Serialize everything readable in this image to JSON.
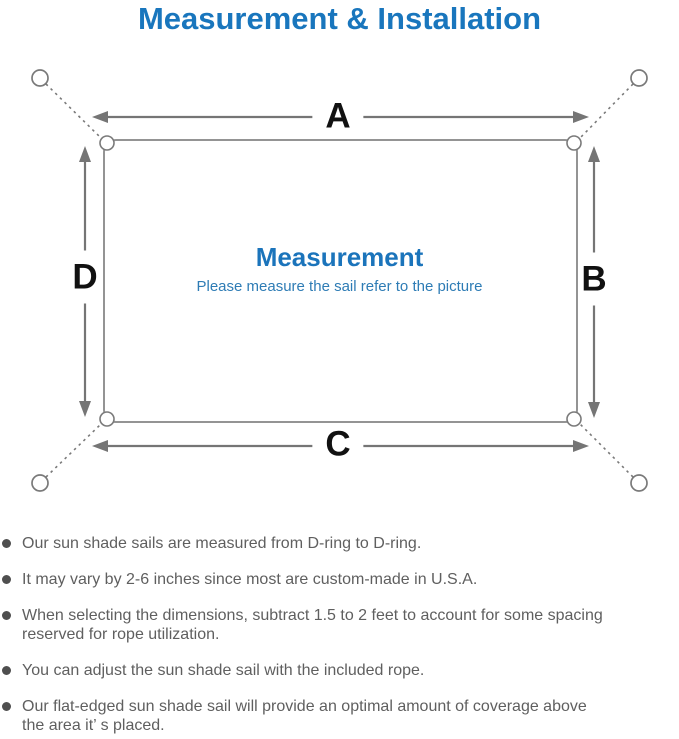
{
  "title": "Measurement & Installation",
  "diagram": {
    "labels": {
      "a": "A",
      "b": "B",
      "c": "C",
      "d": "D"
    },
    "center_title": "Measurement",
    "center_subtitle": "Please measure the sail refer to the picture"
  },
  "icons": {
    "bullet": "filled-circle",
    "anchor_point": "open-circle",
    "d_ring": "open-circle"
  },
  "colors": {
    "title_blue": "#1976bd",
    "diagram_heading_blue": "#1b74bb",
    "diagram_subtitle_blue": "#2e7cb5",
    "line_gray": "#7a7a7a",
    "arrow_gray": "#757575",
    "dimension_label_black": "#111111",
    "note_text_gray": "#5f5f5f"
  },
  "notes": [
    {
      "line1": "Our sun shade sails are measured from D-ring to D-ring."
    },
    {
      "line1": "It may vary by 2-6 inches since most are custom-made in U.S.A."
    },
    {
      "line1": "When selecting the dimensions, subtract 1.5 to 2 feet to account for some spacing",
      "line2": "reserved for rope utilization."
    },
    {
      "line1": "You can adjust the sun shade sail with the included rope."
    },
    {
      "line1": "Our flat-edged sun shade sail will provide an optimal amount of coverage above",
      "line2": "the area it’ s placed."
    }
  ]
}
